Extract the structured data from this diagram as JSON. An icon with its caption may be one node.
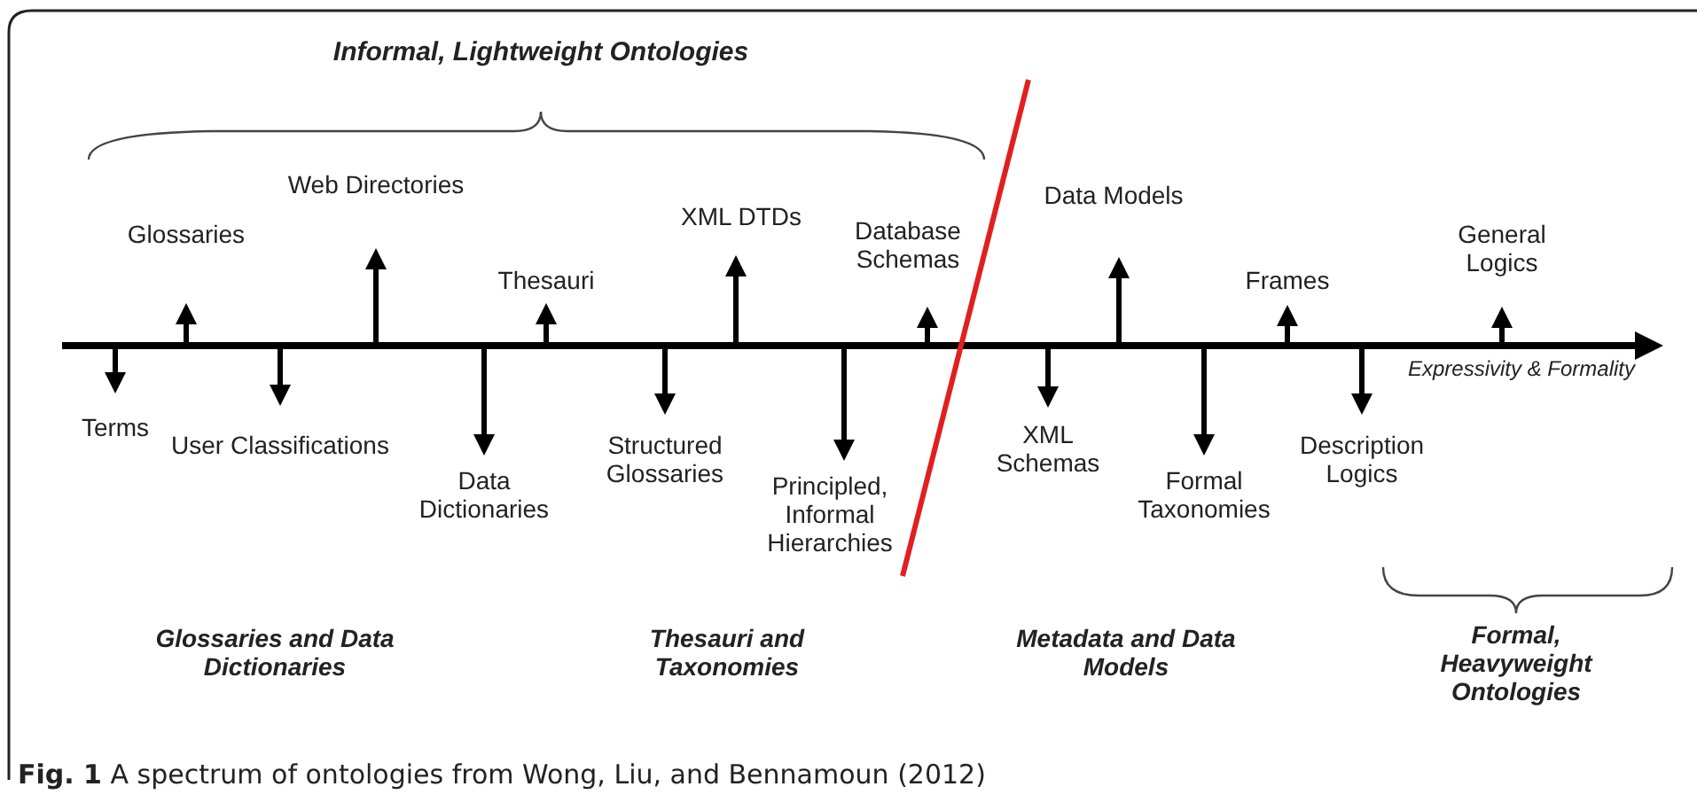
{
  "diagram": {
    "caption": "**Fig. 1** A spectrum of ontologies from Wong, Liu, and Bennamoun (2012)",
    "labels": [
      "Informal, Lightweight Ontologies",
      "Glossaries",
      "Web Directories",
      "Thesauri",
      "XML DTDs",
      "Database Schemas",
      "Data Models",
      "Frames",
      "General Logics",
      "Expressivity & Formality",
      "Terms",
      "User Classifications",
      "Data Dictionaries",
      "Structured Glossaries",
      "Principled, Informal Hierarchies",
      "XML Schemas",
      "Formal Taxonomies",
      "Description Logics",
      "Glossaries and Data Dictionaries",
      "Thesauri and Taxonomies",
      "Metadata and Data Models",
      "Formal, Heavyweight Ontologies"
    ]
  }
}
